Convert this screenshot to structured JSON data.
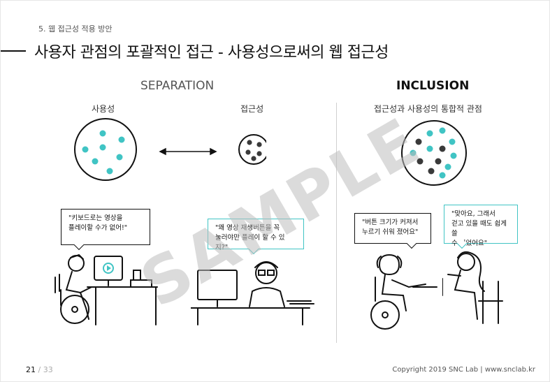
{
  "header": {
    "section": "5. 웹 접근성 적용 방안",
    "title": "사용자 관점의 포괄적인 접근 - 사용성으로써의 웹 접근성"
  },
  "separation": {
    "heading": "SEPARATION",
    "left_label": "사용성",
    "right_label": "접근성",
    "bubble_left": [
      "\"키보드로는 영상을",
      "플레이할 수가 없어!\""
    ],
    "bubble_right": [
      "\"왜 영상 재생버튼을 꼭",
      "눌러야만 플레이 할 수 있지?\""
    ]
  },
  "inclusion": {
    "heading": "INCLUSION",
    "label": "접근성과 사용성의 통합적 관점",
    "bubble_left": [
      "\"버튼 크기가 커져서",
      "누르기 쉬워 졌어요\""
    ],
    "bubble_right": [
      "\"맞아요, 그래서",
      "걷고 있을 때도 쉽게 쓸",
      "수 있었어요\""
    ]
  },
  "watermark": "SAMPLE",
  "footer": {
    "page": "21",
    "total": "/ 33",
    "copyright": "Copyright 2019 SNC Lab | www.snclab.kr"
  },
  "colors": {
    "teal": "#40c4c4",
    "dark": "#3a3a3a"
  },
  "icons": [
    "double-arrow-icon",
    "wheelchair-user-illustration",
    "desktop-user-illustration",
    "wheelchair-woman-illustration",
    "seated-woman-illustration"
  ]
}
